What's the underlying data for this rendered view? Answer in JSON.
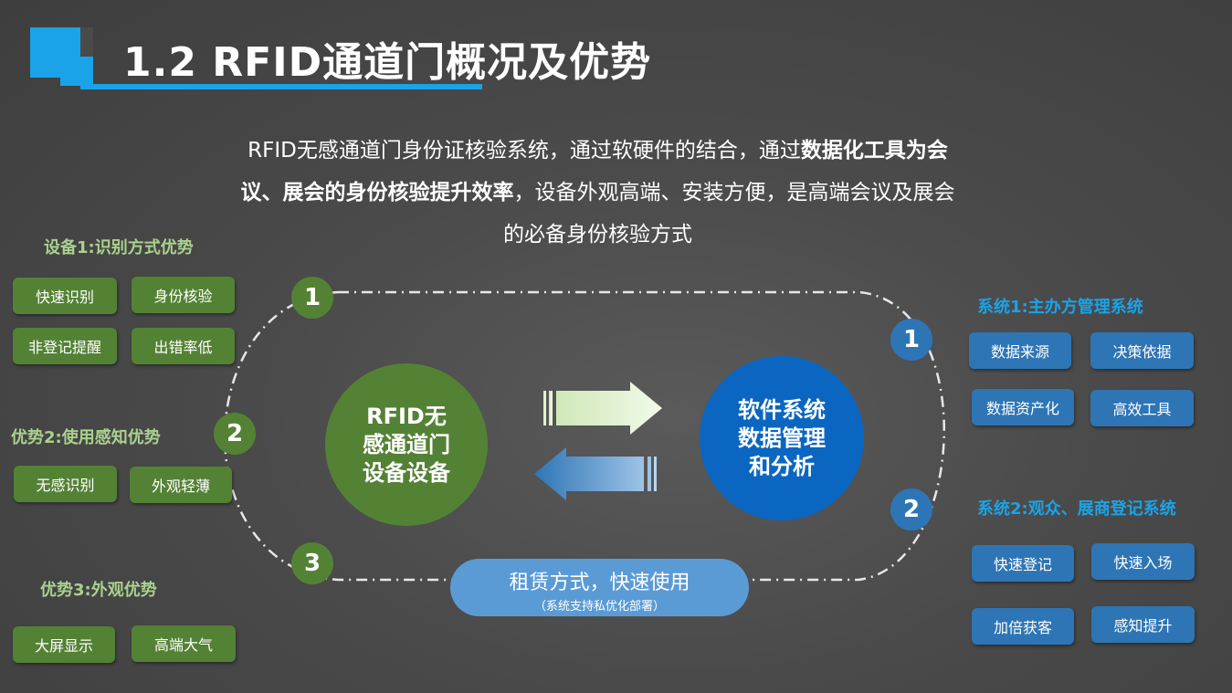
{
  "title": "1.2 RFID通道门概况及优势",
  "intro": {
    "part1": "RFID无感通道门身份证核验系统，通过软硬件的结合，通过",
    "bold": "数据化工具为会议、展会的身份核验提升效率",
    "part2": "，设备外观高端、安装方便，是高端会议及展会的必备身份核验方式"
  },
  "left_groups": [
    {
      "heading": "设备1:识别方式优势",
      "tags": [
        "快速识别",
        "身份核验",
        "非登记提醒",
        "出错率低"
      ]
    },
    {
      "heading": "优势2:使用感知优势",
      "tags": [
        "无感识别",
        "外观轻薄"
      ]
    },
    {
      "heading": "优势3:外观优势",
      "tags": [
        "大屏显示",
        "高端大气"
      ]
    }
  ],
  "right_groups": [
    {
      "heading": "系统1:主办方管理系统",
      "tags": [
        "数据来源",
        "决策依据",
        "数据资产化",
        "高效工具"
      ]
    },
    {
      "heading": "系统2:观众、展商登记系统",
      "tags": [
        "快速登记",
        "快速入场",
        "加倍获客",
        "感知提升"
      ]
    }
  ],
  "numbers": {
    "one": "1",
    "two": "2",
    "three": "3"
  },
  "center": {
    "left_circle": [
      "RFID无",
      "感通道门",
      "设备设备"
    ],
    "right_circle": [
      "软件系统",
      "数据管理",
      "和分析"
    ]
  },
  "rental": {
    "main": "租赁方式，快速使用",
    "sub": "（系统支持私优化部署）"
  },
  "colors": {
    "accent_blue": "#1aa3e8",
    "green": "#548235",
    "blue": "#2e75b6",
    "light_green": "#a9d18e"
  }
}
